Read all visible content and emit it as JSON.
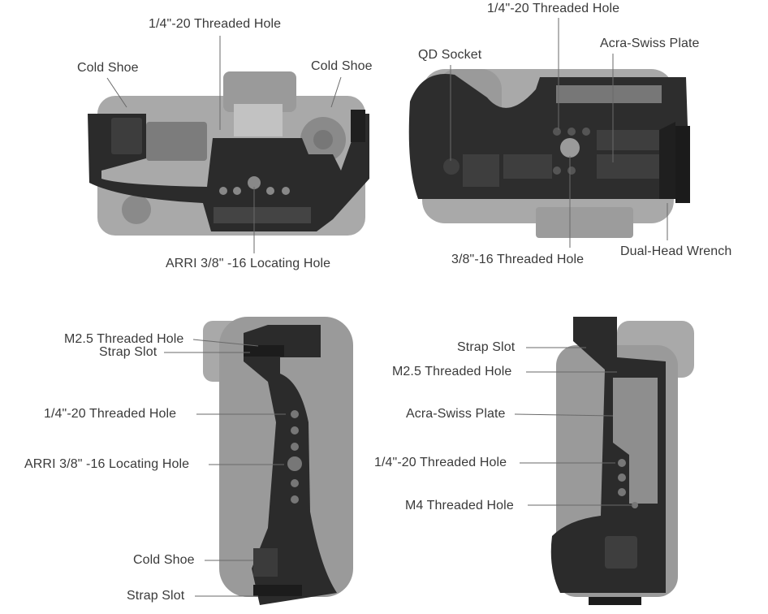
{
  "colors": {
    "cage_dark": "#2a2a2a",
    "cage_mid": "#3b3b3b",
    "camera_grey": "#8f8f8f",
    "camera_light": "#b0b0b0",
    "leader_line": "#6a6a6a",
    "label_text": "#3a3a3a"
  },
  "views": {
    "top_left": {
      "threaded_hole": "1/4\"-20 Threaded Hole",
      "cold_shoe_left": "Cold Shoe",
      "cold_shoe_right": "Cold Shoe",
      "arri_hole": "ARRI 3/8\" -16 Locating Hole"
    },
    "top_right": {
      "threaded_hole": "1/4\"-20 Threaded Hole",
      "qd_socket": "QD Socket",
      "acra_plate": "Acra-Swiss Plate",
      "threaded_hole_38": "3/8\"-16 Threaded Hole",
      "wrench": "Dual-Head Wrench"
    },
    "bottom_left": {
      "m25_hole": "M2.5 Threaded Hole",
      "strap_slot_top": "Strap Slot",
      "threaded_hole": "1/4\"-20 Threaded Hole",
      "arri_hole": "ARRI 3/8\" -16 Locating Hole",
      "cold_shoe": "Cold Shoe",
      "strap_slot_bottom": "Strap Slot"
    },
    "bottom_right": {
      "strap_slot": "Strap Slot",
      "m25_hole": "M2.5 Threaded Hole",
      "acra_plate": "Acra-Swiss Plate",
      "threaded_hole": "1/4\"-20 Threaded Hole",
      "m4_hole": "M4 Threaded Hole"
    }
  }
}
